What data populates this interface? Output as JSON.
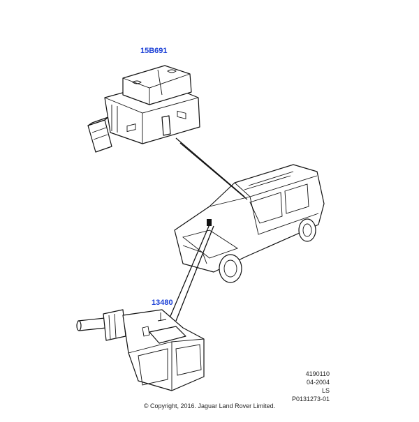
{
  "diagram": {
    "callouts": [
      {
        "label": "15B691",
        "color": "#1a3fd6"
      },
      {
        "label": "13480",
        "color": "#1a3fd6"
      }
    ],
    "reference": {
      "line1": "4190110",
      "line2": "04-2004",
      "line3": "LS",
      "line4": "P0131273-01"
    },
    "copyright": "© Copyright, 2016. Jaguar Land Rover Limited."
  }
}
